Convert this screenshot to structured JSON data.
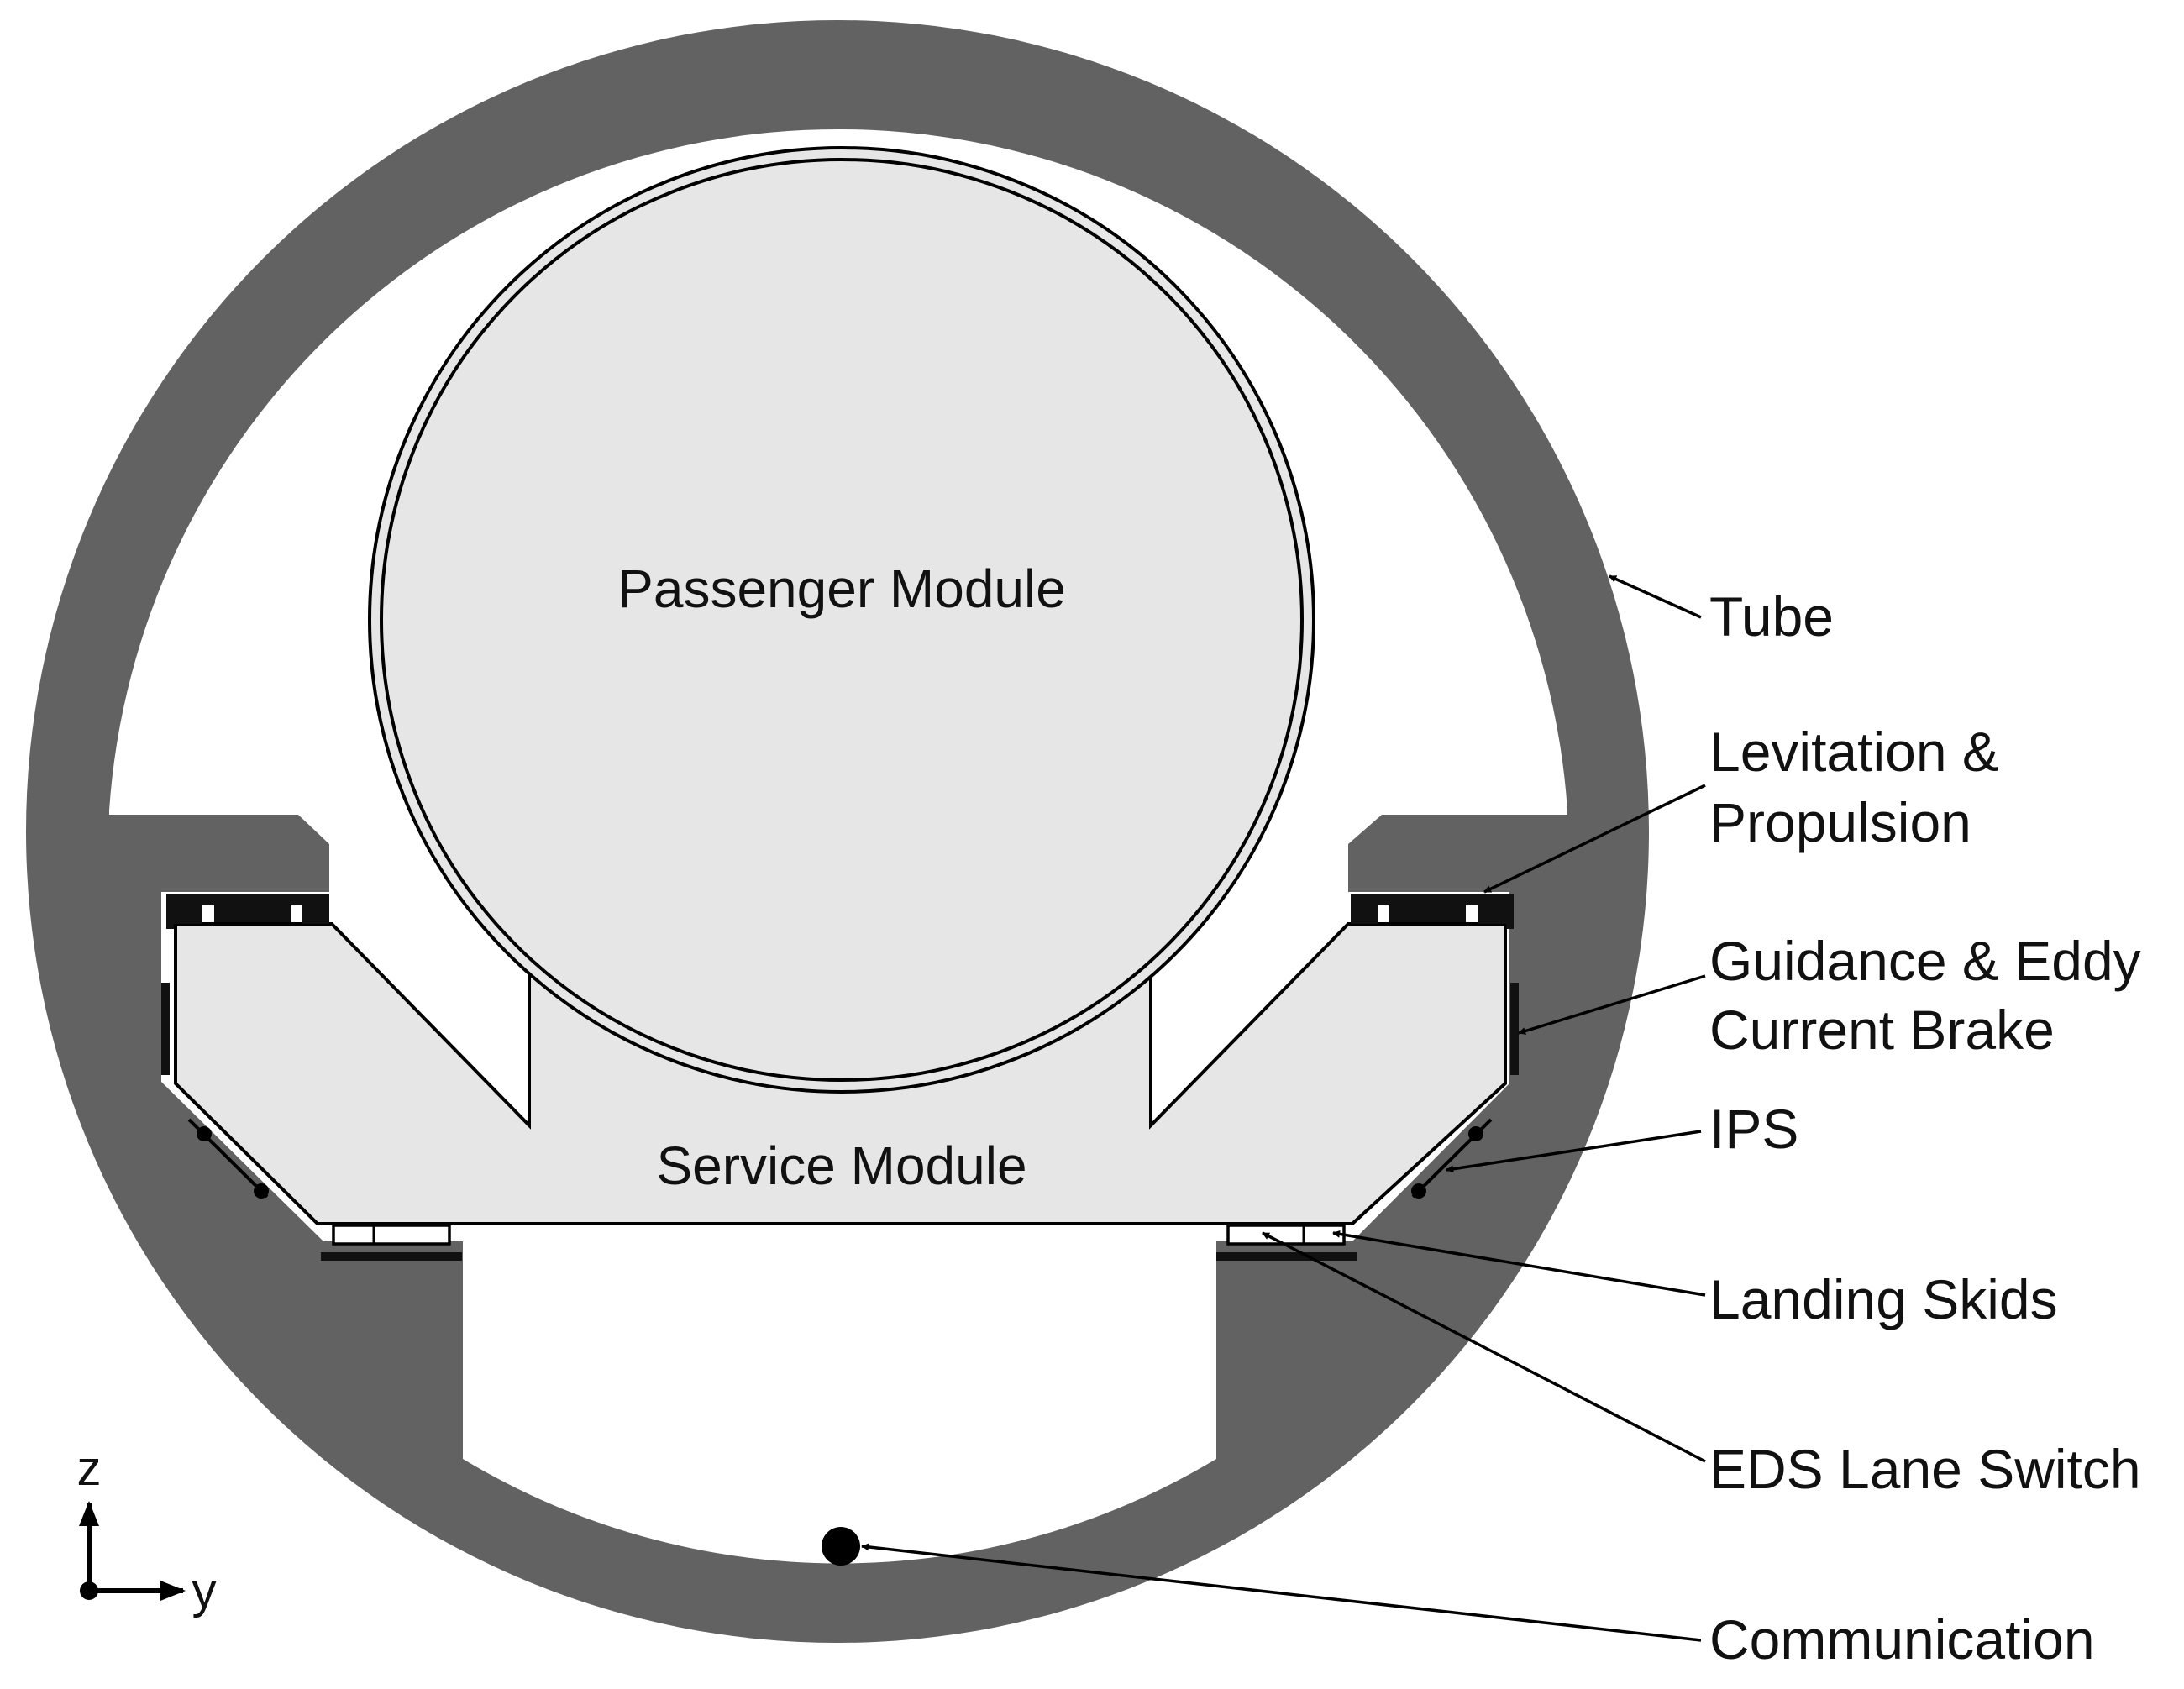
{
  "colors": {
    "tube": "#626262",
    "module_fill": "#e6e6e6",
    "outline": "#000000",
    "background": "#ffffff"
  },
  "modules": {
    "passenger": "Passenger Module",
    "service": "Service Module"
  },
  "callouts": {
    "tube": "Tube",
    "levitation_line1": "Levitation &",
    "levitation_line2": "Propulsion",
    "guidance_line1": "Guidance & Eddy",
    "guidance_line2": "Current Brake",
    "ips": "IPS",
    "landing_skids": "Landing Skids",
    "eds_lane_switch": "EDS Lane Switch",
    "communication": "Communication"
  },
  "axes": {
    "z": "z",
    "y": "y"
  }
}
